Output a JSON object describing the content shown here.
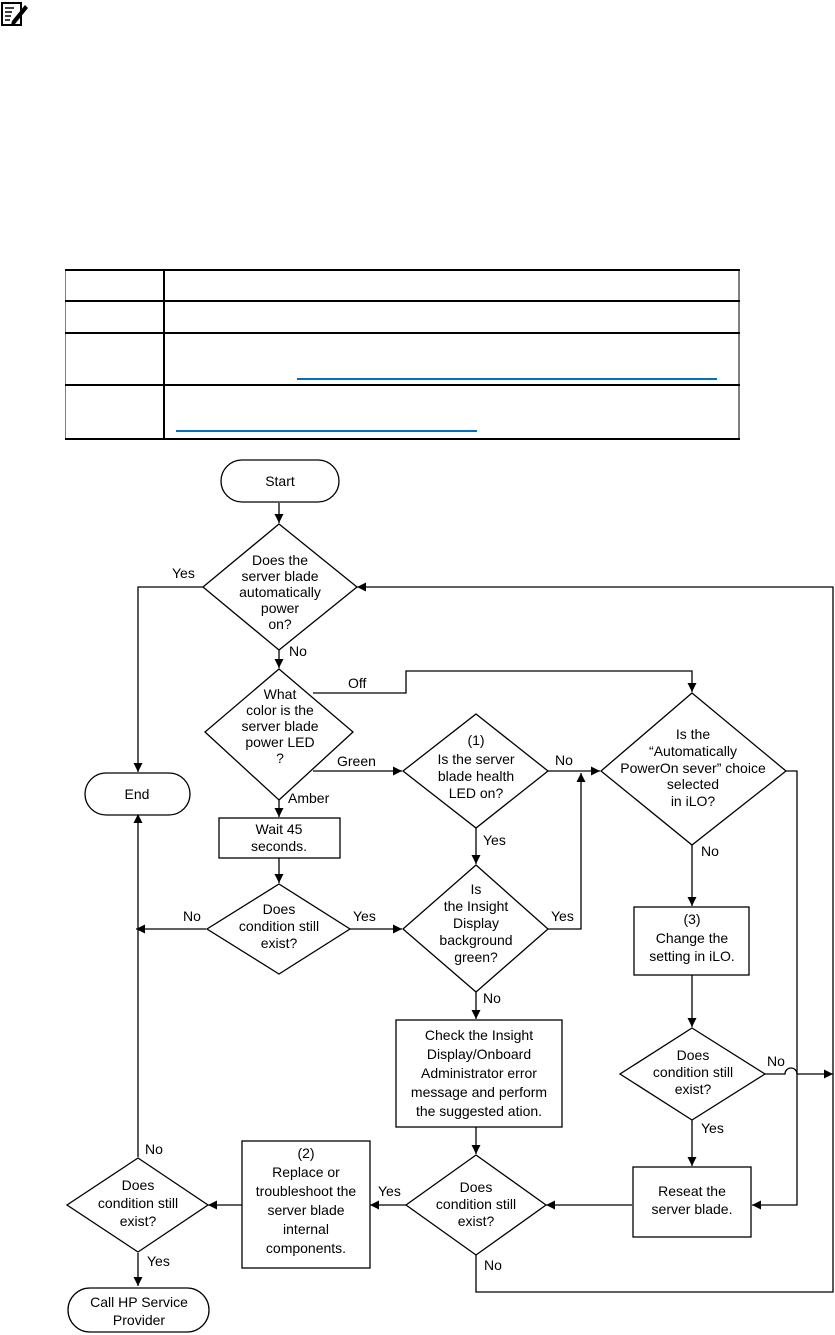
{
  "header": {
    "icon": "note-icon"
  },
  "reference_table": {
    "rows": [
      {
        "item": "",
        "description": "",
        "link": false
      },
      {
        "item": "",
        "description": "",
        "link": false
      },
      {
        "item": "",
        "description": "",
        "link": true
      },
      {
        "item": "",
        "description": "",
        "link": true
      }
    ]
  },
  "flowchart": {
    "nodes": {
      "start": "Start",
      "end": "End",
      "auto_power": [
        "Does the",
        "server blade",
        "automatically",
        "power",
        "on?"
      ],
      "led_color": [
        "What",
        "color is the",
        "server blade",
        "power LED",
        "?"
      ],
      "health_led": [
        "(1)",
        "Is the server",
        "blade health",
        "LED on?"
      ],
      "ilo_choice": [
        "Is the",
        "“Automatically",
        "PowerOn sever” choice",
        "selected",
        "in iLO?"
      ],
      "wait": [
        "Wait 45",
        "seconds."
      ],
      "cond1": [
        "Does",
        "condition still",
        "exist?"
      ],
      "insight_green": [
        "Is",
        "the Insight",
        "Display",
        "background",
        "green?"
      ],
      "change_setting": [
        "(3)",
        "Change the",
        "setting in iLO."
      ],
      "check_insight": [
        "Check the Insight",
        "Display/Onboard",
        "Administrator error",
        "message and perform",
        "the suggested ation."
      ],
      "cond2": [
        "Does",
        "condition still",
        "exist?"
      ],
      "replace": [
        "(2)",
        "Replace or",
        "troubleshoot the",
        "server blade",
        "internal",
        "components."
      ],
      "cond3": [
        "Does",
        "condition still",
        "exist?"
      ],
      "cond4": [
        "Does",
        "condition still",
        "exist?"
      ],
      "reseat": [
        "Reseat the",
        "server blade."
      ],
      "call_hp": [
        "Call HP Service",
        "Provider"
      ]
    },
    "edge_labels": {
      "yes_auto": "Yes",
      "no_auto": "No",
      "off": "Off",
      "green": "Green",
      "amber": "Amber",
      "no_health": "No",
      "yes_health": "Yes",
      "no_ilo": "No",
      "no_cond1": "No",
      "yes_cond1": "Yes",
      "yes_insight": "Yes",
      "no_insight": "No",
      "no_cond2": "No",
      "yes_cond2": "Yes",
      "no_cond4": "No",
      "yes_cond3": "Yes",
      "no_cond3": "No",
      "yes_cond4": "Yes"
    }
  }
}
